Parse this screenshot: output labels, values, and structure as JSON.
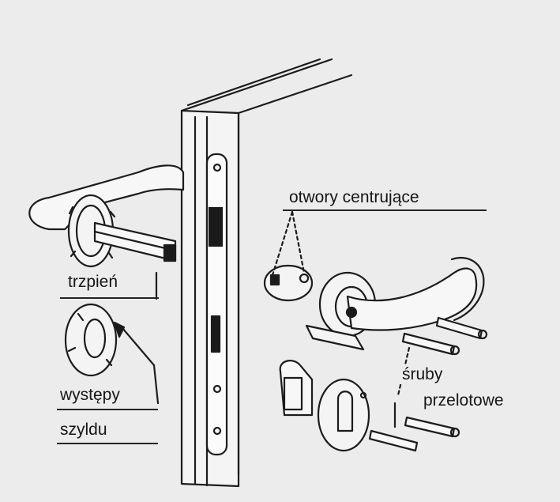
{
  "labels": {
    "centering_holes": "otwory centrujące",
    "spindle": "trzpień",
    "plate_lugs_line1": "występy",
    "plate_lugs_line2": "szyldu",
    "bolts_line1": "śruby",
    "bolts_line2": "przelotowe"
  },
  "colors": {
    "background": "#ececec",
    "ink": "#1c1c1c"
  }
}
